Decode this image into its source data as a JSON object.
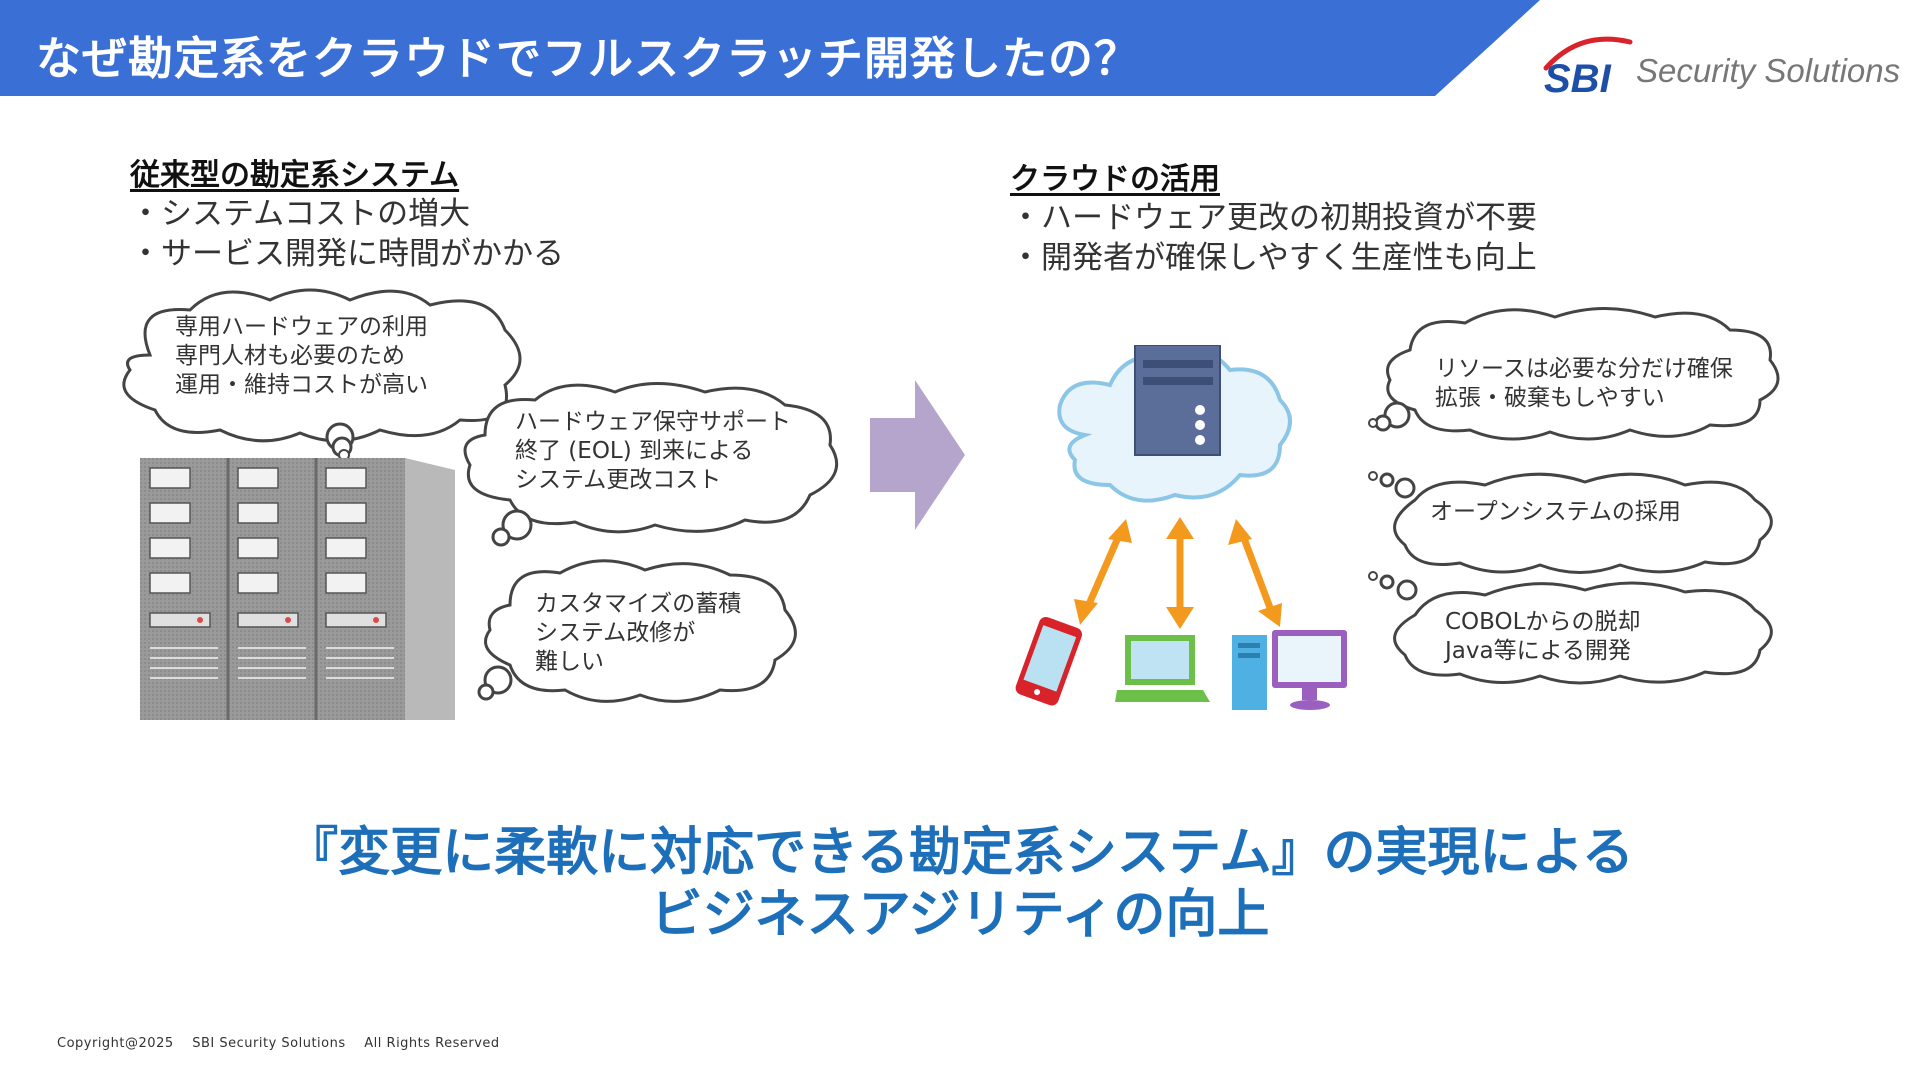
{
  "header": {
    "title": "なぜ勘定系をクラウドでフルスクラッチ開発したの？",
    "brand": "SBI",
    "brand_suffix": "Security Solutions"
  },
  "legacy": {
    "heading": "従来型の勘定系システム",
    "bullets": [
      "・システムコストの増大",
      "・サービス開発に時間がかかる"
    ],
    "bubbles": [
      {
        "lines": [
          "専用ハードウェアの利用",
          "専門人材も必要のため",
          "運用・維持コストが高い"
        ]
      },
      {
        "lines": [
          "ハードウェア保守サポート",
          "終了 (EOL) 到来による",
          "システム更改コスト"
        ]
      },
      {
        "lines": [
          "カスタマイズの蓄積",
          "システム改修が",
          "難しい"
        ]
      }
    ]
  },
  "cloud": {
    "heading": "クラウドの活用",
    "bullets": [
      "・ハードウェア更改の初期投資が不要",
      "・開発者が確保しやすく生産性も向上"
    ],
    "bubbles": [
      {
        "lines": [
          "リソースは必要な分だけ確保",
          "拡張・破棄もしやすい"
        ]
      },
      {
        "lines": [
          "オープンシステムの採用"
        ]
      },
      {
        "lines": [
          "COBOLからの脱却",
          "Java等による開発"
        ]
      }
    ]
  },
  "conclusion": {
    "line1": "『変更に柔軟に対応できる勘定系システム』の実現による",
    "line2": "ビジネスアジリティの向上"
  },
  "footer": {
    "copyright": "Copyright@2025",
    "company": "SBI Security Solutions",
    "rights": "All Rights Reserved"
  },
  "colors": {
    "header_bar": "#3a6fd6",
    "logo_blue": "#1d4fa8",
    "logo_red": "#d8232a",
    "arrow": "#b5a5cc",
    "orange_arrow": "#f39a1e",
    "conclusion_text": "#1c6fb8"
  },
  "icons": [
    "server-rack-icon",
    "cloud-server-icon",
    "smartphone-icon",
    "laptop-icon",
    "desktop-pc-icon",
    "right-arrow-icon",
    "double-arrow-icon"
  ]
}
